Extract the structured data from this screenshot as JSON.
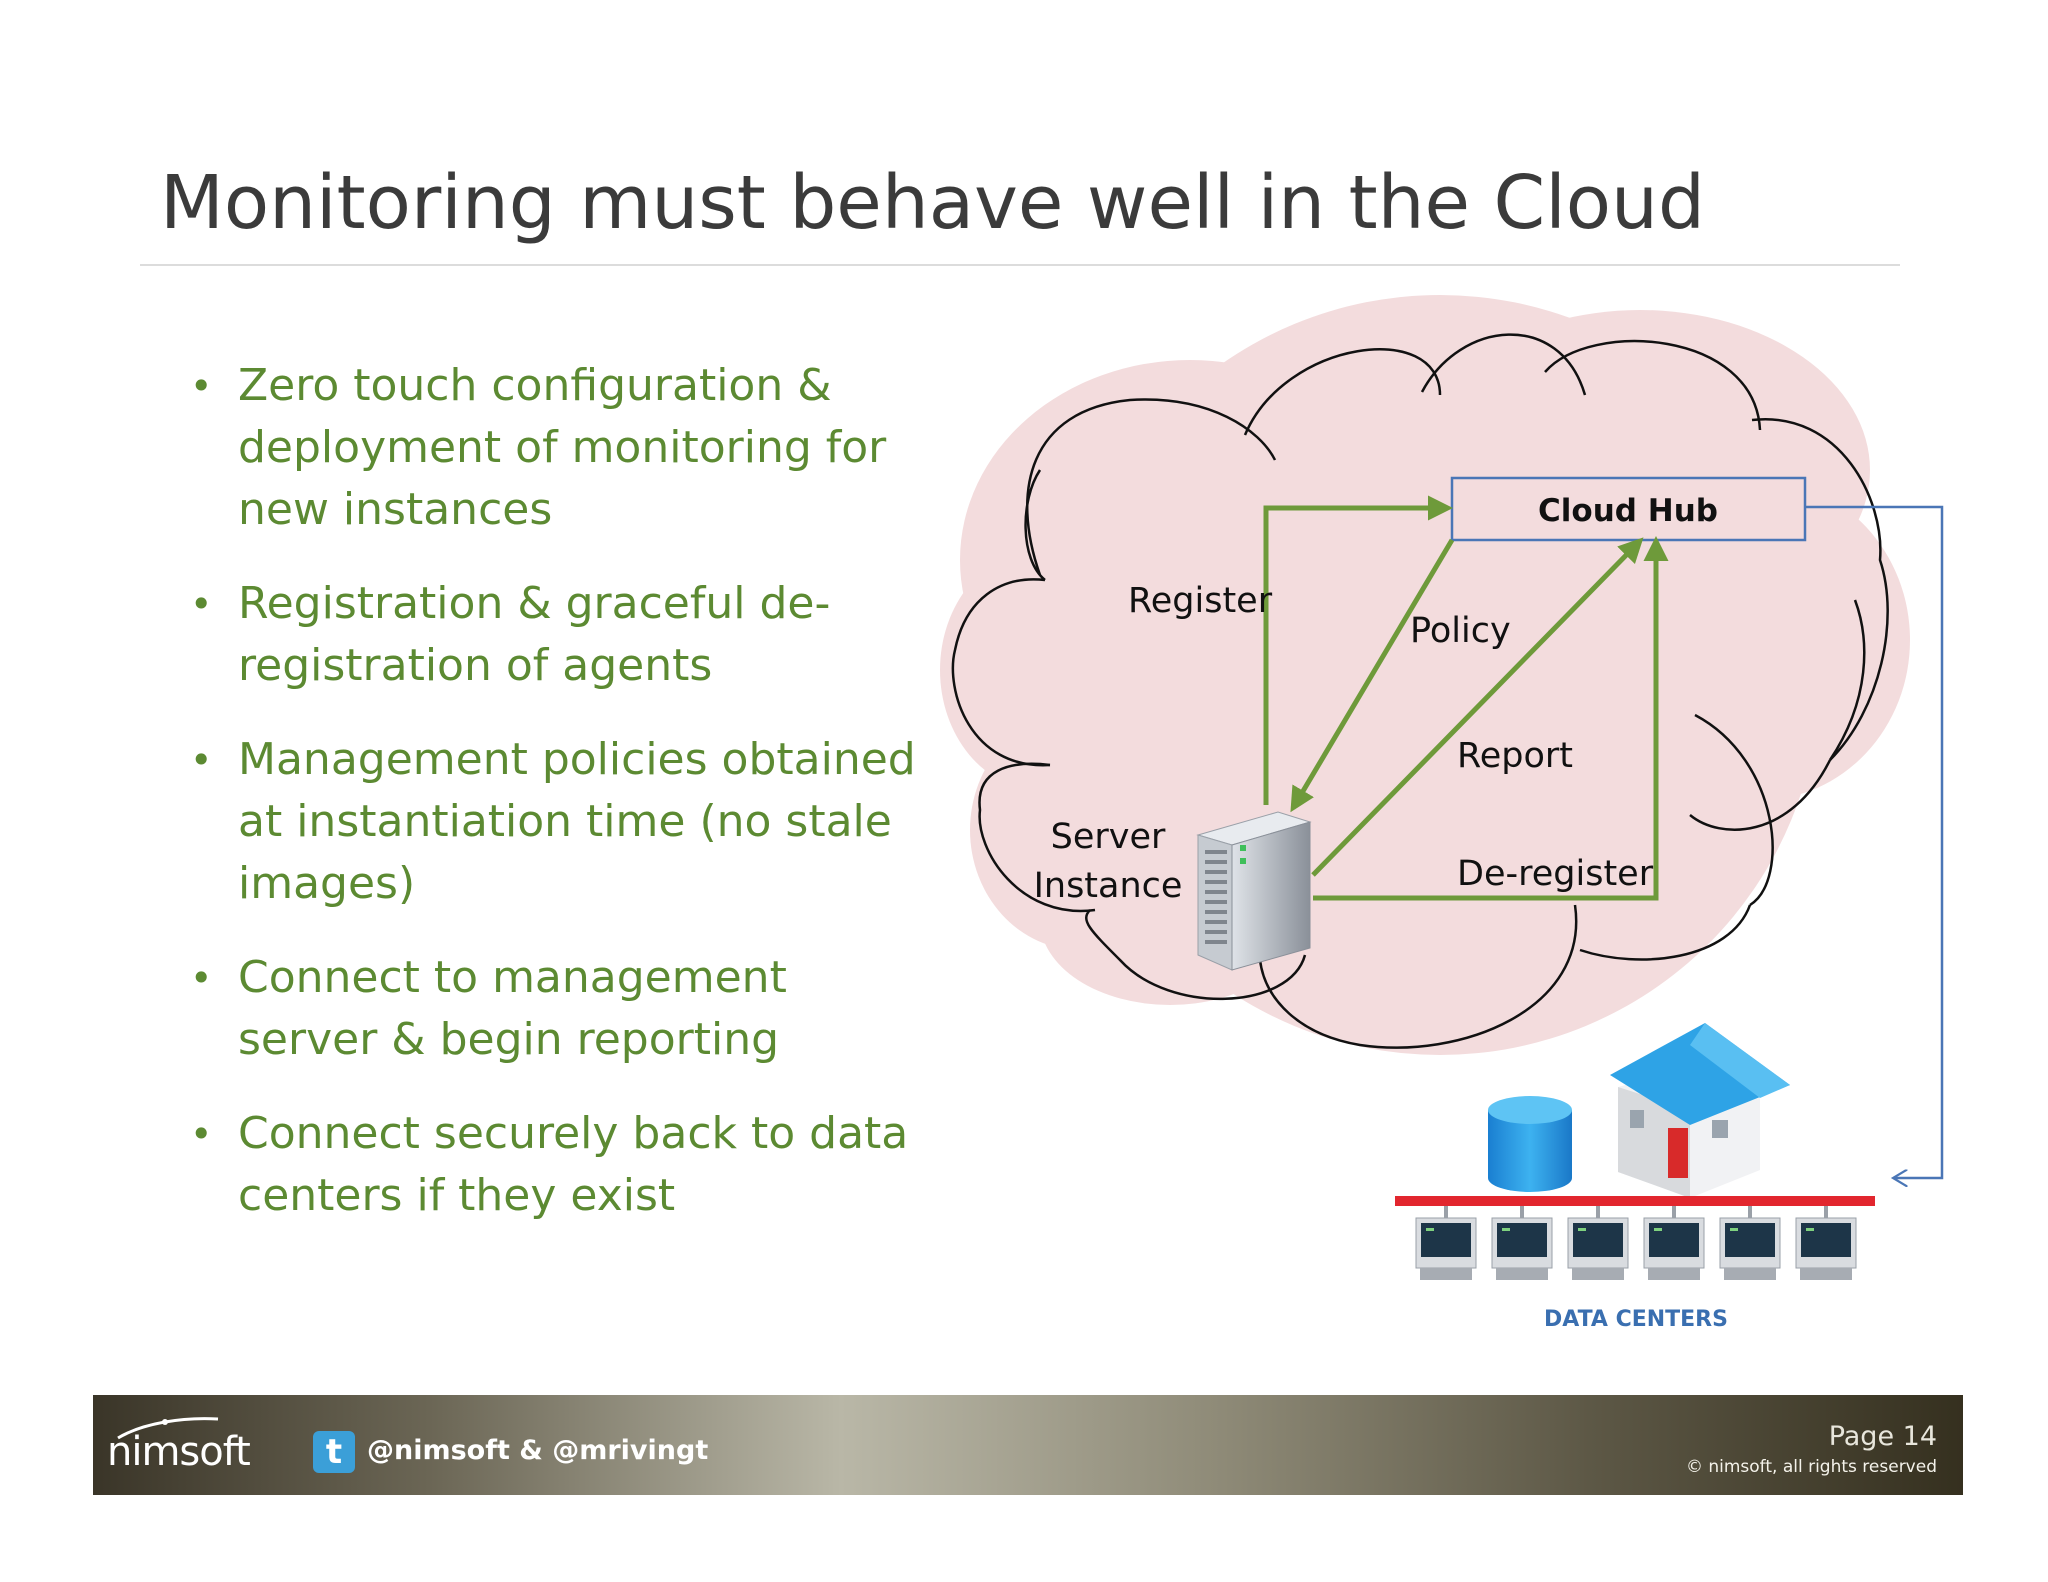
{
  "title": "Monitoring must behave well in the Cloud",
  "bullets": [
    "Zero touch configuration & deployment of monitoring for new instances",
    "Registration & graceful de-registration of agents",
    "Management policies obtained at instantiation time (no stale images)",
    "Connect to management server & begin reporting",
    "Connect securely back to data centers if they exist"
  ],
  "diagram": {
    "hub_label": "Cloud Hub",
    "register": "Register",
    "policy": "Policy",
    "report": "Report",
    "deregister": "De-register",
    "server_line1": "Server",
    "server_line2": "Instance",
    "data_centers": "DATA CENTERS"
  },
  "footer": {
    "logo": "nimsoft",
    "handles": "@nimsoft  &  @mrivingt",
    "page": "Page 14",
    "copyright": "© nimsoft, all rights reserved"
  },
  "colors": {
    "accent_green": "#6e9a3a",
    "bullet_text": "#5c8a32",
    "cloud_fill": "#f3dcdd",
    "hub_border": "#4a76b6",
    "data_centers_text": "#3a6fb0"
  }
}
